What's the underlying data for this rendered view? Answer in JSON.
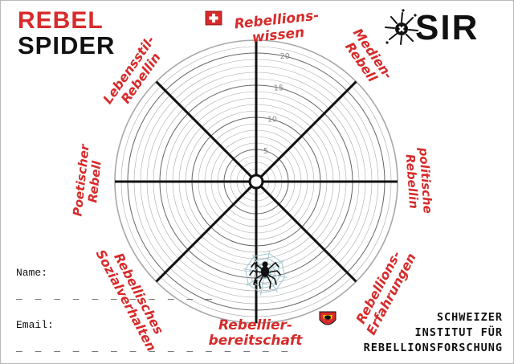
{
  "logo": {
    "rebel": "REBEL",
    "spider": "SPIDER"
  },
  "institute": {
    "logo_text": "SIR",
    "line1": "SCHWEIZER",
    "line2": "INSTITUT FÜR",
    "line3": "REBELLIONSFORSCHUNG"
  },
  "form": {
    "name_label": "Name:",
    "name_line": "_ _ _ _ _ _ _ _ _ _ _",
    "email_label": "Email:",
    "email_line": "_ _ _ _ _ _ _ _ _ _ _ _ _ _ _"
  },
  "radar": {
    "scale_ticks": [
      "5",
      "10",
      "15",
      "20"
    ],
    "axes": [
      {
        "line1": "Rebellions-",
        "line2": "wissen",
        "flag": "swiss-flag-icon"
      },
      {
        "line1": "Medien-",
        "line2": "Rebell"
      },
      {
        "line1": "politische",
        "line2": "Rebellin"
      },
      {
        "line1": "Rebellions-",
        "line2": "Erfahrungen",
        "flag": "bern-flag-icon"
      },
      {
        "line1": "Rebellier-",
        "line2": "bereitschaft"
      },
      {
        "line1": "Rebellisches",
        "line2": "Sozialverhalten"
      },
      {
        "line1": "Poetischer",
        "line2": "Rebell"
      },
      {
        "line1": "Lebensstil-",
        "line2": "Rebellin"
      }
    ]
  },
  "colors": {
    "accent": "#d72b2b",
    "ink": "#111111",
    "grid": "#9a9a9a",
    "web": "#9ec6cf"
  }
}
